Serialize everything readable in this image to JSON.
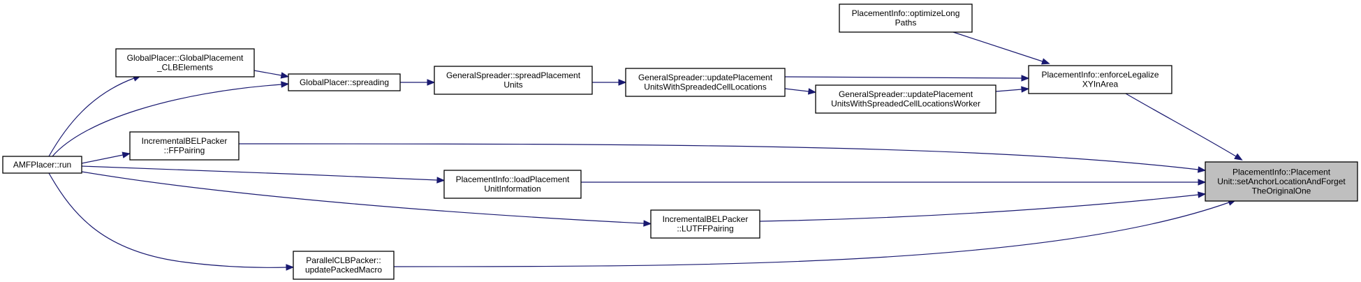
{
  "graph": {
    "colors": {
      "edge": "#191970",
      "node_border": "#000000",
      "focus_fill": "#bfbfbf",
      "node_fill": "#ffffff"
    },
    "nodes": [
      {
        "id": "amf_run",
        "lines": [
          "AMFPlacer::run"
        ]
      },
      {
        "id": "gp_clb",
        "lines": [
          "GlobalPlacer::GlobalPlacement",
          "_CLBElements"
        ]
      },
      {
        "id": "gp_spreading",
        "lines": [
          "GlobalPlacer::spreading"
        ]
      },
      {
        "id": "gs_spread",
        "lines": [
          "GeneralSpreader::spreadPlacement",
          "Units"
        ]
      },
      {
        "id": "gs_update",
        "lines": [
          "GeneralSpreader::updatePlacement",
          "UnitsWithSpreadedCellLocations"
        ]
      },
      {
        "id": "gs_worker",
        "lines": [
          "GeneralSpreader::updatePlacement",
          "UnitsWithSpreadedCellLocationsWorker"
        ]
      },
      {
        "id": "pi_optimize",
        "lines": [
          "PlacementInfo::optimizeLong",
          "Paths"
        ]
      },
      {
        "id": "pi_enforce",
        "lines": [
          "PlacementInfo::enforceLegalize",
          "XYInArea"
        ]
      },
      {
        "id": "ibp_ff",
        "lines": [
          "IncrementalBELPacker",
          "::FFPairing"
        ]
      },
      {
        "id": "pi_load",
        "lines": [
          "PlacementInfo::loadPlacement",
          "UnitInformation"
        ]
      },
      {
        "id": "ibp_lutff",
        "lines": [
          "IncrementalBELPacker",
          "::LUTFFPairing"
        ]
      },
      {
        "id": "pcp_update",
        "lines": [
          "ParallelCLBPacker::",
          "updatePackedMacro"
        ]
      },
      {
        "id": "focus",
        "lines": [
          "PlacementInfo::Placement",
          "Unit::setAnchorLocationAndForget",
          "TheOriginalOne"
        ]
      }
    ],
    "edges": [
      {
        "from": "amf_run",
        "to": "gp_clb"
      },
      {
        "from": "amf_run",
        "to": "gp_spreading"
      },
      {
        "from": "amf_run",
        "to": "ibp_ff"
      },
      {
        "from": "amf_run",
        "to": "pi_load"
      },
      {
        "from": "amf_run",
        "to": "ibp_lutff"
      },
      {
        "from": "amf_run",
        "to": "pcp_update"
      },
      {
        "from": "gp_clb",
        "to": "gp_spreading"
      },
      {
        "from": "gp_spreading",
        "to": "gs_spread"
      },
      {
        "from": "gs_spread",
        "to": "gs_update"
      },
      {
        "from": "gs_update",
        "to": "pi_enforce"
      },
      {
        "from": "gs_update",
        "to": "gs_worker"
      },
      {
        "from": "gs_worker",
        "to": "pi_enforce"
      },
      {
        "from": "pi_optimize",
        "to": "pi_enforce"
      },
      {
        "from": "pi_enforce",
        "to": "focus"
      },
      {
        "from": "ibp_ff",
        "to": "focus"
      },
      {
        "from": "pi_load",
        "to": "focus"
      },
      {
        "from": "ibp_lutff",
        "to": "focus"
      },
      {
        "from": "pcp_update",
        "to": "focus"
      }
    ]
  }
}
